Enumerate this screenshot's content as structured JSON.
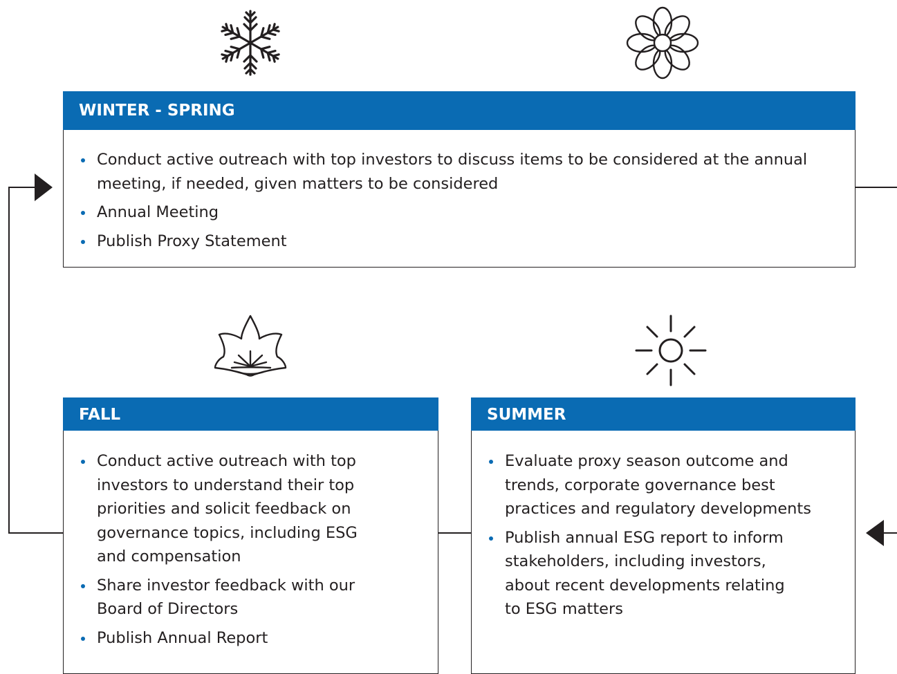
{
  "panels": {
    "winter_spring": {
      "title": "WINTER - SPRING",
      "items": [
        "Conduct active outreach with top investors to discuss items to be considered at the annual meeting, if needed, given matters to be considered",
        "Annual Meeting",
        "Publish Proxy Statement"
      ]
    },
    "fall": {
      "title": "FALL",
      "items": [
        "Conduct active outreach with top investors to understand their top priorities and solicit feedback on governance topics, including ESG and compensation",
        "Share investor feedback with our Board of Directors",
        "Publish Annual Report"
      ]
    },
    "summer": {
      "title": "SUMMER",
      "items": [
        "Evaluate proxy season outcome and trends, corporate governance best practices and regulatory developments",
        "Publish annual ESG report to inform stakeholders, including investors, about recent developments relating to ESG matters"
      ]
    }
  },
  "icons": {
    "winter": "snowflake-icon",
    "spring": "flower-icon",
    "fall": "leaf-icon",
    "summer": "sun-icon"
  },
  "colors": {
    "header": "#0a6bb3",
    "bullet": "#0a6bb3",
    "line": "#231f20"
  }
}
